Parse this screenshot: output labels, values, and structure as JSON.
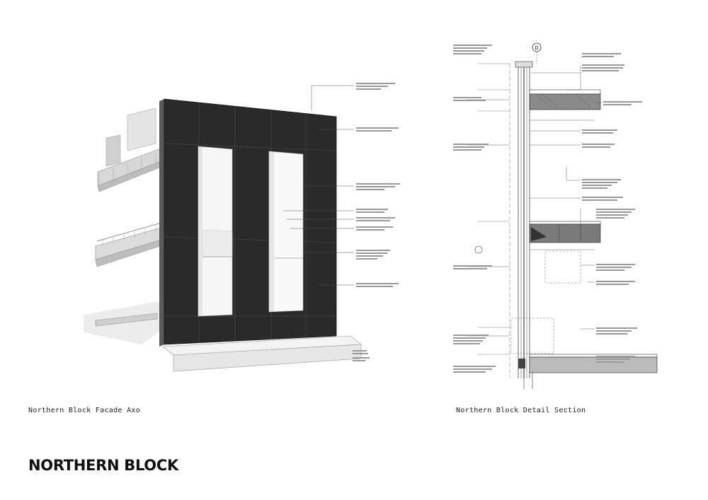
{
  "sheet": {
    "title": "NORTHERN BLOCK"
  },
  "figures": [
    {
      "caption": "Northern Block Facade Axo"
    },
    {
      "caption": "Northern Block Detail Section"
    }
  ],
  "section_marker": {
    "label": "D"
  },
  "colors": {
    "cladding": "#2a2a2a",
    "linework": "#555555",
    "background": "#ffffff"
  }
}
